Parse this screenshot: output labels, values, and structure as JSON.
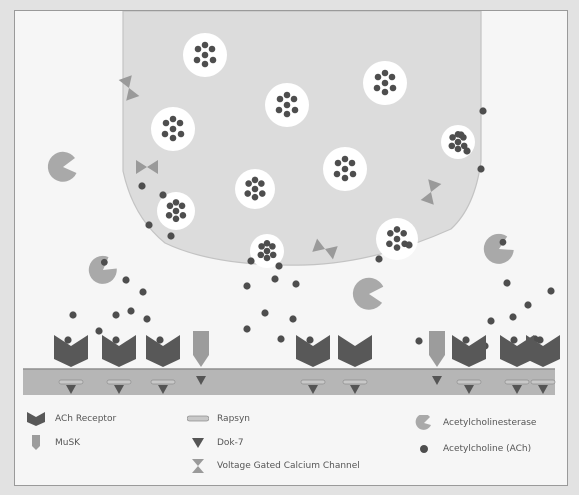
{
  "colors": {
    "background": "#f6f6f6",
    "terminal": "#dcdcdc",
    "vesicle": "#ffffff",
    "ach_molecule": "#4e4e4e",
    "membrane": "#b6b6b6",
    "receptor": "#585858",
    "musk": "#9c9c9c",
    "dok7": "#555555",
    "calcium_channel": "#9a9a9a",
    "acetylcholinesterase": "#a9a9a9",
    "rapsyn": "#c8c8c8"
  },
  "legend": [
    {
      "key": "ach_receptor",
      "icon": "ach-receptor-icon",
      "label": "ACh Receptor"
    },
    {
      "key": "rapsyn",
      "icon": "rapsyn-icon",
      "label": "Rapsyn"
    },
    {
      "key": "acetylcholinesterase",
      "icon": "acetylcholinesterase-icon",
      "label": "Acetylcholinesterase"
    },
    {
      "key": "musk",
      "icon": "musk-icon",
      "label": "MuSK"
    },
    {
      "key": "dok7",
      "icon": "dok7-icon",
      "label": "Dok-7"
    },
    {
      "key": "acetylcholine",
      "icon": "acetylcholine-icon",
      "label": "Acetylcholine (ACh)"
    },
    {
      "key": "calcium_channel",
      "icon": "calcium-channel-icon",
      "label": "Voltage Gated Calcium Channel"
    }
  ]
}
